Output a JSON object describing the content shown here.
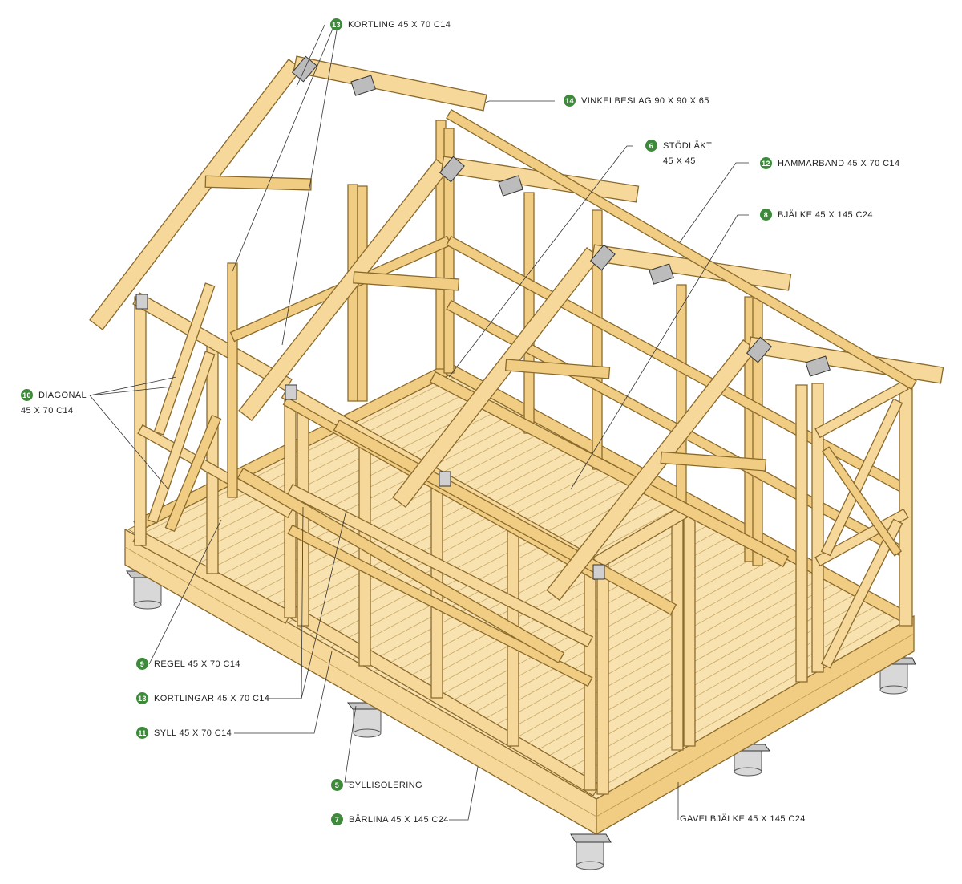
{
  "labels": [
    {
      "id": "kortling-top",
      "num": "13",
      "text": "KORTLING 45 X 70 C14"
    },
    {
      "id": "vinkelbeslag",
      "num": "14",
      "text": "VINKELBESLAG 90 X 90 X 65"
    },
    {
      "id": "stodlakt",
      "num": "6",
      "text": "STÖDLÄKT",
      "sub": "45 X 45"
    },
    {
      "id": "hammarband",
      "num": "12",
      "text": "HAMMARBAND 45 X 70 C14"
    },
    {
      "id": "bjalke",
      "num": "8",
      "text": "BJÄLKE 45 X 145 C24"
    },
    {
      "id": "diagonal",
      "num": "10",
      "text": "DIAGONAL",
      "sub": "45 X 70 C14"
    },
    {
      "id": "regel",
      "num": "9",
      "text": "REGEL 45 X 70 C14"
    },
    {
      "id": "kortlingar",
      "num": "13",
      "text": "KORTLINGAR 45 X 70 C14"
    },
    {
      "id": "syll",
      "num": "11",
      "text": "SYLL 45 X 70 C14"
    },
    {
      "id": "syllisolering",
      "num": "5",
      "text": "SYLLISOLERING"
    },
    {
      "id": "barlina",
      "num": "7",
      "text": "BÄRLINA 45 X 145 C24"
    },
    {
      "id": "gavelbjalke",
      "num": "",
      "text": "GAVELBJÄLKE 45 X 145 C24"
    }
  ],
  "colors": {
    "wood": "#f6d89a",
    "wood_edge": "#8a6a2c",
    "badge": "#3c8a3a"
  }
}
